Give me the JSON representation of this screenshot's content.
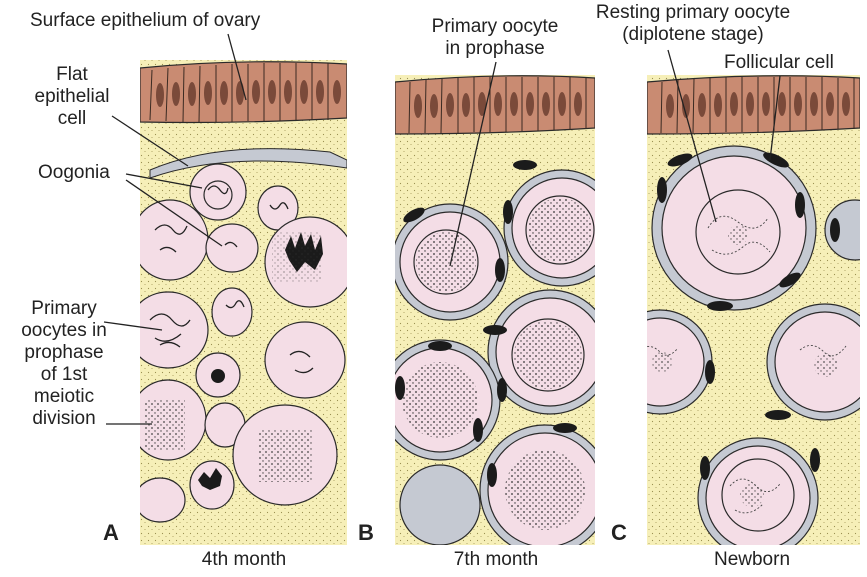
{
  "labels": {
    "surface_epithelium": "Surface epithelium of ovary",
    "flat_epithelial_cell": [
      "Flat",
      "epithelial",
      "cell"
    ],
    "oogonia": "Oogonia",
    "primary_oocytes_meiosis": [
      "Primary",
      "oocytes in",
      "prophase",
      "of 1st",
      "meiotic",
      "division"
    ],
    "primary_oocyte_prophase": [
      "Primary oocyte",
      "in prophase"
    ],
    "resting_primary_oocyte": [
      "Resting primary oocyte",
      "(diplotene stage)"
    ],
    "follicular_cell": "Follicular cell"
  },
  "panels": [
    {
      "letter": "A",
      "caption": "4th month"
    },
    {
      "letter": "B",
      "caption": "7th month"
    },
    {
      "letter": "C",
      "caption": "Newborn"
    }
  ],
  "colors": {
    "epithelium": "#c98b72",
    "stroma": "#f6efb8",
    "oocyte": "#f4dde6",
    "follicular": "#c5c9d2",
    "nucleus_dark": "#1b1b1b",
    "outline": "#2a2a2a"
  }
}
